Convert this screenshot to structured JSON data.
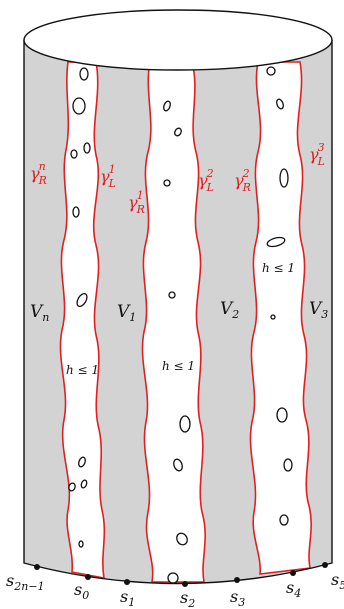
{
  "region_labels": [
    "V",
    "n",
    "V",
    "1",
    "V",
    "2",
    "V",
    "3"
  ],
  "curve_labels": {
    "gamma_R_n": {
      "base": "γ",
      "sup": "n",
      "sub": "R"
    },
    "gamma_L_1": {
      "base": "γ",
      "sup": "1",
      "sub": "L"
    },
    "gamma_R_1": {
      "base": "γ",
      "sup": "1",
      "sub": "R"
    },
    "gamma_L_2": {
      "base": "γ",
      "sup": "2",
      "sub": "L"
    },
    "gamma_R_2": {
      "base": "γ",
      "sup": "2",
      "sub": "R"
    },
    "gamma_L_3": {
      "base": "γ",
      "sup": "3",
      "sub": "L"
    }
  },
  "h_labels": [
    "h ≤ 1",
    "h ≤ 1",
    "h ≤ 1"
  ],
  "points": {
    "s_2n_minus_1": {
      "base": "s",
      "sub": "2n−1"
    },
    "s0": {
      "base": "s",
      "sub": "0"
    },
    "s1": {
      "base": "s",
      "sub": "1"
    },
    "s2": {
      "base": "s",
      "sub": "2"
    },
    "s3": {
      "base": "s",
      "sub": "3"
    },
    "s4": {
      "base": "s",
      "sub": "4"
    },
    "s5": {
      "base": "s",
      "sub": "5"
    }
  },
  "colors": {
    "gray_region": "#d3d3d3",
    "curve_red": "#e02020",
    "outline": "#111111",
    "white_strip": "#ffffff"
  }
}
